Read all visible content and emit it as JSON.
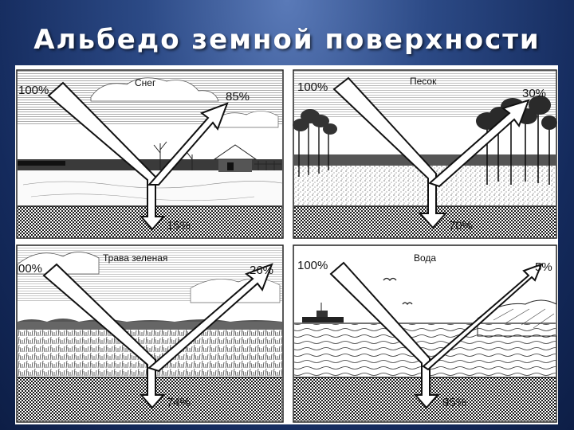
{
  "slide": {
    "title": "Альбедо земной поверхности"
  },
  "panels": [
    {
      "name": "Снег",
      "incoming": "100%",
      "reflected": "85%",
      "absorbed": "15%"
    },
    {
      "name": "Песок",
      "incoming": "100%",
      "reflected": "30%",
      "absorbed": "70%"
    },
    {
      "name": "Трава зеленая",
      "incoming": "00%",
      "reflected": "26%",
      "absorbed": "74%"
    },
    {
      "name": "Вода",
      "incoming": "100%",
      "reflected": "5%",
      "absorbed": "95%"
    }
  ]
}
